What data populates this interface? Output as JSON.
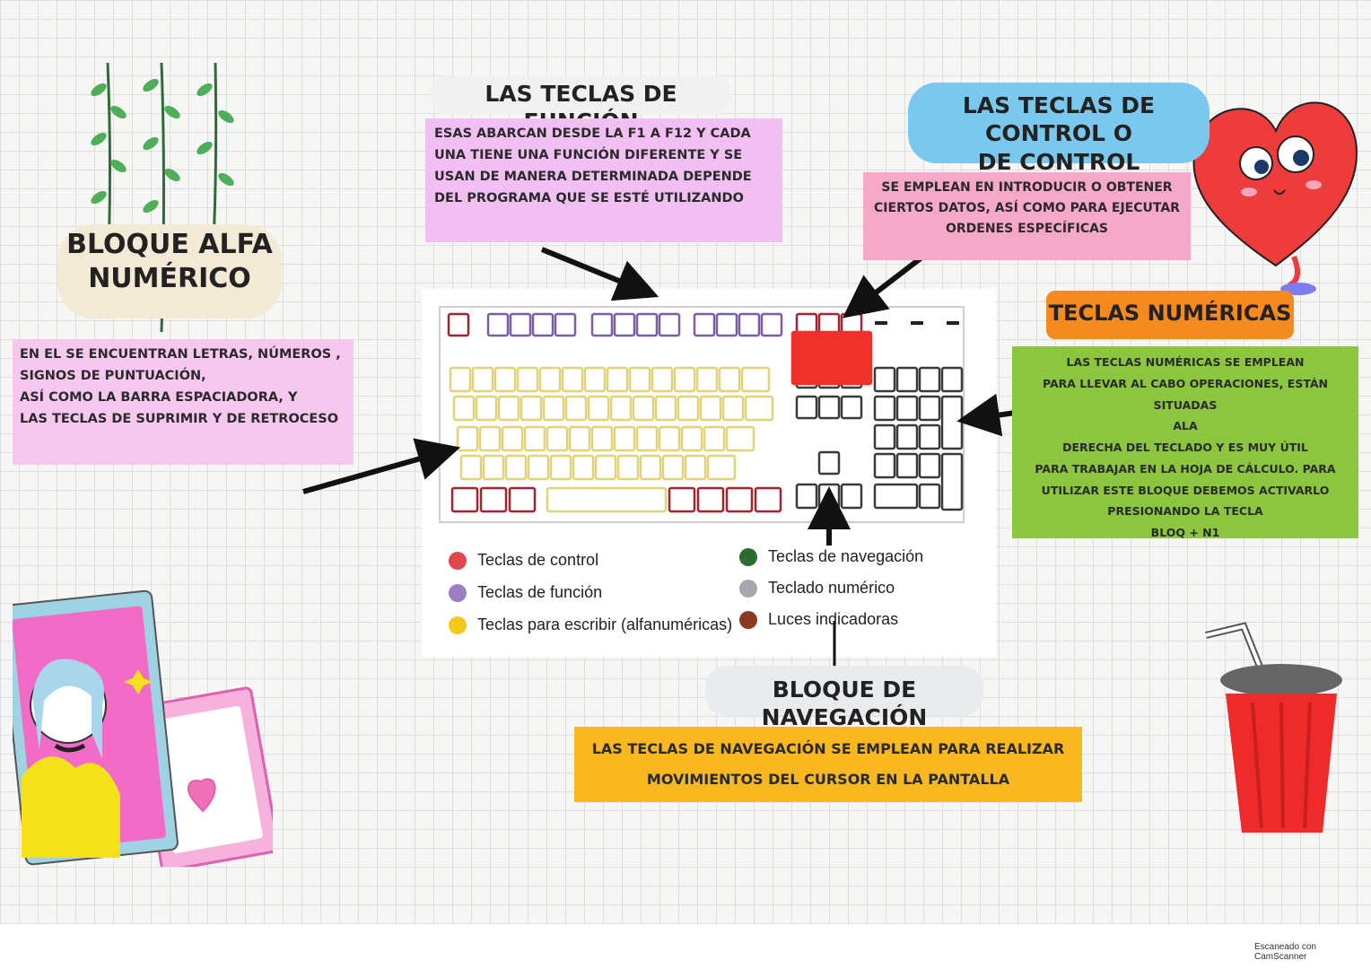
{
  "blocks": {
    "alfa": {
      "title_lines": [
        "BLOQUE ALFA",
        "NUMÉRICO"
      ],
      "desc_lines": [
        "EN EL SE ENCUENTRAN LETRAS, NÚMEROS ,",
        "SIGNOS DE PUNTUACIÓN,",
        "ASÍ COMO LA BARRA ESPACIADORA, Y",
        "LAS TECLAS DE SUPRIMIR Y DE RETROCESO"
      ]
    },
    "funcion": {
      "title": "LAS TECLAS DE FUNCIÓN",
      "desc_lines": [
        "ESAS ABARCAN DESDE LA F1 A F12 Y CADA",
        "UNA TIENE UNA FUNCIÓN DIFERENTE Y SE",
        "USAN DE MANERA DETERMINADA DEPENDE",
        "DEL PROGRAMA QUE SE ESTÉ UTILIZANDO"
      ]
    },
    "control": {
      "title_lines": [
        "LAS TECLAS DE CONTROL O",
        "DE CONTROL"
      ],
      "desc_lines": [
        "SE EMPLEAN EN INTRODUCIR O OBTENER",
        "CIERTOS DATOS, ASÍ COMO PARA EJECUTAR",
        "ORDENES ESPECÍFICAS"
      ]
    },
    "numericas": {
      "title": "TECLAS NUMÉRICAS",
      "desc_lines": [
        "LAS TECLAS NUMÉRICAS SE EMPLEAN",
        "PARA LLEVAR AL CABO OPERACIONES, ESTÁN SITUADAS",
        "ALA",
        "DERECHA DEL TECLADO Y ES MUY ÚTIL",
        "PARA TRABAJAR EN LA HOJA DE CÁLCULO. PARA",
        "UTILIZAR ESTE BLOQUE DEBEMOS ACTIVARLO",
        "PRESIONANDO LA TECLA",
        "BLOQ + N1"
      ]
    },
    "navegacion": {
      "title": "BLOQUE DE NAVEGACIÓN",
      "desc_lines": [
        "LAS TECLAS DE NAVEGACIÓN SE EMPLEAN PARA REALIZAR",
        "MOVIMIENTOS DEL CURSOR EN LA PANTALLA"
      ]
    }
  },
  "legend": [
    {
      "label": "Teclas de control",
      "color": "#e0474c"
    },
    {
      "label": "Teclas de función",
      "color": "#9b7fc0"
    },
    {
      "label": "Teclas para escribir (alfanuméricas)",
      "color": "#f2c91c"
    },
    {
      "label": "Teclas de navegación",
      "color": "#2e6b2e"
    },
    {
      "label": "Teclado numérico",
      "color": "#a7a7b0"
    },
    {
      "label": "Luces indicadoras",
      "color": "#8a3a1e"
    }
  ],
  "key_colors": {
    "control": "#a5232a",
    "function": "#7a5ea6",
    "alpha": "#e2d27a",
    "navigation": "#3a3a3a",
    "numpad": "#3a3a3a",
    "highlight": "#f0302a"
  },
  "scan_note": "Escaneado con CamScanner"
}
